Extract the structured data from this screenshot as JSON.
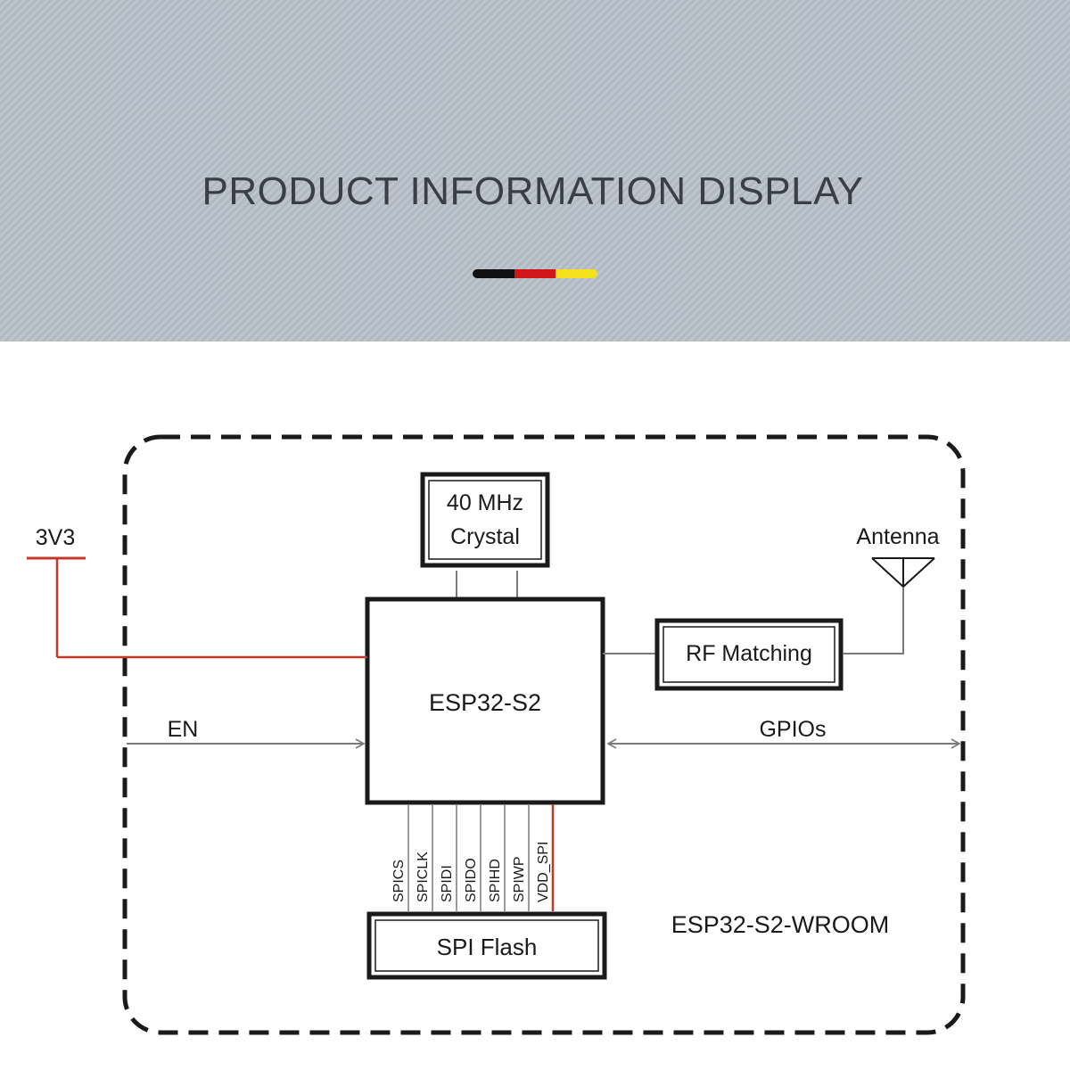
{
  "banner": {
    "title": "PRODUCT INFORMATION DISPLAY",
    "flag_colors": [
      "#111111",
      "#d0161a",
      "#f5e21b"
    ]
  },
  "diagram": {
    "module_label": "ESP32-S2-WROOM",
    "chip_label": "ESP32-S2",
    "crystal_label_line1": "40 MHz",
    "crystal_label_line2": "Crystal",
    "rf_label": "RF Matching",
    "antenna_label": "Antenna",
    "power_label": "3V3",
    "enable_label": "EN",
    "gpio_label": "GPIOs",
    "flash_label": "SPI Flash",
    "spi_signals": [
      "SPICS",
      "SPICLK",
      "SPIDI",
      "SPIDO",
      "SPIHD",
      "SPIWP",
      "VDD_SPI"
    ],
    "colors": {
      "line": "#1a1a1a",
      "wire": "#7a7a7a",
      "power": "#c0392b"
    }
  }
}
